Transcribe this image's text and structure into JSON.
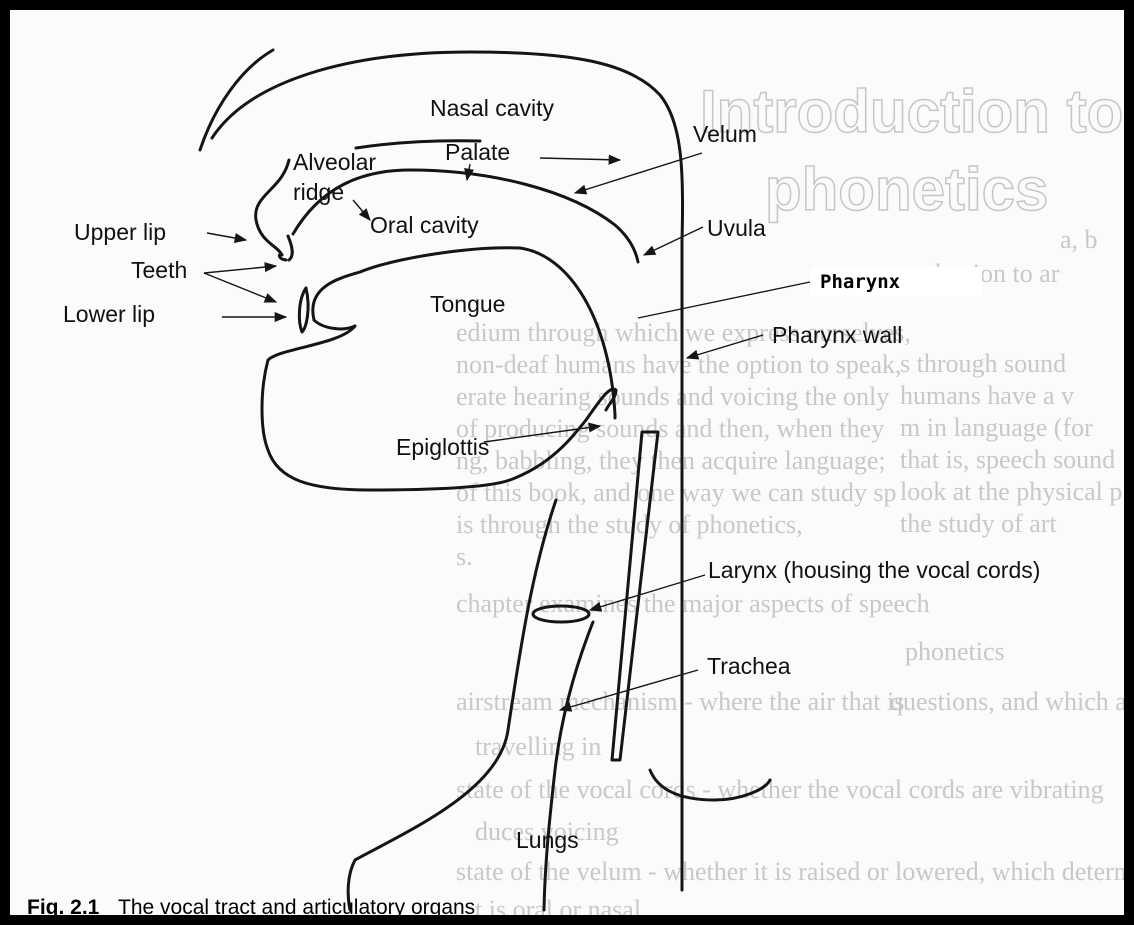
{
  "background_text": {
    "heading_lines": [
      "Introduction to articulatory",
      "phonetics"
    ],
    "lines": [
      "edium through which we express ourselves,",
      "non-deaf humans have the option to speak,",
      "erate hearing sounds and voicing the only",
      "of producing sounds and then, when they",
      "ng, babbling, they then acquire language;",
      "of this book, and one way we can study sp",
      "is through the study of phonetics,",
      "s.",
      "chapter examines the major aspects of speech",
      "airstream mechanism - where the air that is",
      "travelling in",
      "state of the vocal cords - whether the vocal cords are vibrating",
      "duces voicing",
      "state of the velum - whether it is raised or lowered, which determines w",
      "t is oral or nasal"
    ],
    "right_column": [
      "a, b",
      "oduction to ar",
      "s through sound",
      "humans have a v",
      "m in language (for",
      "that is, speech sound",
      "look at the physical p",
      "the study of art",
      "phonetics",
      "questions, and which a"
    ]
  },
  "diagram": {
    "labels": {
      "nasal_cavity": "Nasal cavity",
      "palate": "Palate",
      "velum": "Velum",
      "alveolar_ridge_line1": "Alveolar",
      "alveolar_ridge_line2": "ridge",
      "oral_cavity": "Oral cavity",
      "upper_lip": "Upper lip",
      "uvula": "Uvula",
      "teeth": "Teeth",
      "pharynx": "Pharynx",
      "lower_lip": "Lower lip",
      "tongue": "Tongue",
      "pharynx_wall": "Pharynx wall",
      "epiglottis": "Epiglottis",
      "larynx": "Larynx (housing the vocal cords)",
      "trachea": "Trachea",
      "lungs": "Lungs"
    }
  },
  "caption": {
    "number": "Fig. 2.1",
    "text": "The vocal tract and articulatory organs"
  }
}
